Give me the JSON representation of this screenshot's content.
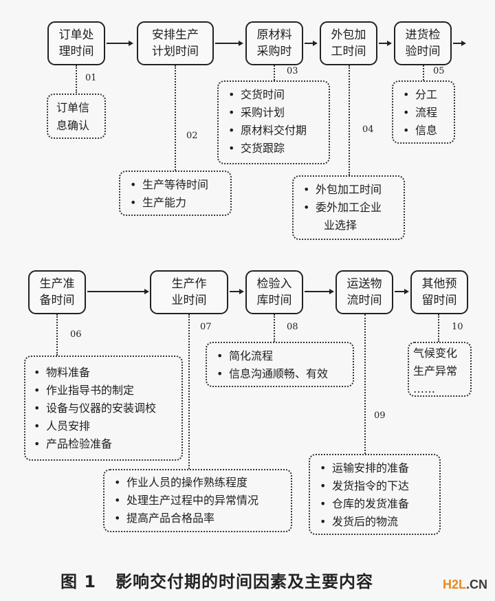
{
  "row1": {
    "nodes": [
      {
        "id": "01",
        "label": "订单处\n理时间"
      },
      {
        "id": "02",
        "label": "安排生产\n计划时间"
      },
      {
        "id": "03",
        "label": "原材料\n采购时"
      },
      {
        "id": "04",
        "label": "外包加\n工时间"
      },
      {
        "id": "05",
        "label": "进货检\n验时间"
      }
    ],
    "notes": [
      {
        "id": "01",
        "bullets": false,
        "items": [
          "订单信",
          "息确认"
        ]
      },
      {
        "id": "02",
        "bullets": true,
        "items": [
          "生产等待时间",
          "生产能力"
        ]
      },
      {
        "id": "03",
        "bullets": true,
        "items": [
          "交货时间",
          "采购计划",
          "原材料交付期",
          "交货跟踪"
        ]
      },
      {
        "id": "04",
        "bullets": true,
        "items": [
          "外包加工时间",
          "委外加工企业",
          "业选择"
        ]
      },
      {
        "id": "05",
        "bullets": true,
        "items": [
          "分工",
          "流程",
          "信息"
        ]
      }
    ]
  },
  "row2": {
    "nodes": [
      {
        "id": "06",
        "label": "生产准\n备时间"
      },
      {
        "id": "07",
        "label": "生产作\n业时间"
      },
      {
        "id": "08",
        "label": "检验入\n库时间"
      },
      {
        "id": "09",
        "label": "运送物\n流时间"
      },
      {
        "id": "10",
        "label": "其他预\n留时间"
      }
    ],
    "notes": [
      {
        "id": "06",
        "bullets": true,
        "items": [
          "物料准备",
          "作业指导书的制定",
          "设备与仪器的安装调校",
          "人员安排",
          "产品检验准备"
        ]
      },
      {
        "id": "07",
        "bullets": true,
        "items": [
          "作业人员的操作熟练程度",
          "处理生产过程中的异常情况",
          "提高产品合格品率"
        ]
      },
      {
        "id": "08",
        "bullets": true,
        "items": [
          "简化流程",
          "信息沟通顺畅、有效"
        ]
      },
      {
        "id": "09",
        "bullets": true,
        "items": [
          "运输安排的准备",
          "发货指令的下达",
          "仓库的发货准备",
          "发货后的物流"
        ]
      },
      {
        "id": "10",
        "bullets": false,
        "items": [
          "气候变化",
          "生产异常",
          "……"
        ]
      }
    ]
  },
  "caption": {
    "figure": "图 1",
    "title": "影响交付期的时间因素及主要内容"
  },
  "watermark": {
    "part1": "H2L",
    "part2": ".CN"
  }
}
